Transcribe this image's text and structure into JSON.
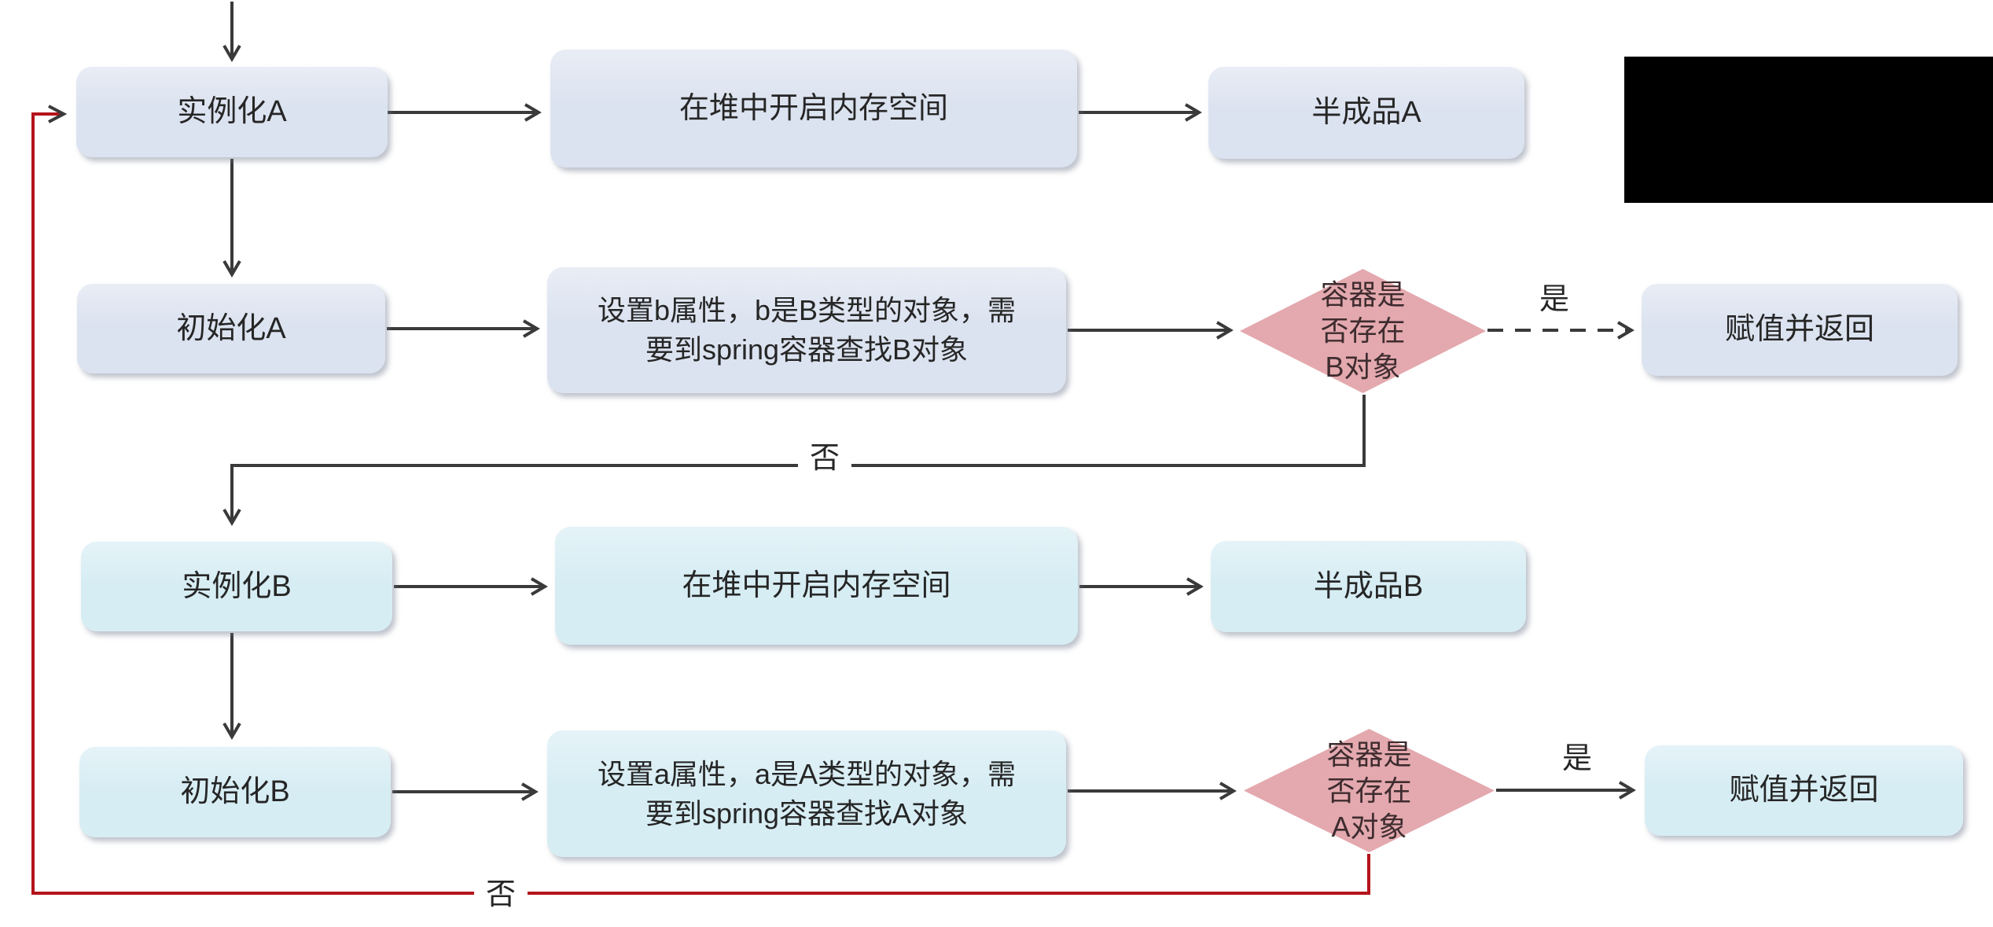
{
  "diagram": {
    "title": "spring-bean-circular-dependency-flowchart",
    "colors": {
      "node_a_fill": "#dce3f0",
      "node_b_fill": "#d7edf4",
      "diamond_fill": "#e3a9ae",
      "arrow": "#3a3a3a",
      "red_arrow": "#b4141b",
      "text": "#262626",
      "diamond_text": "#3e2c2f",
      "redacted": "#000000",
      "bg": "#ffffff"
    },
    "nodes": {
      "instantiate_a": {
        "label": "实例化A"
      },
      "heap_a": {
        "label": "在堆中开启内存空间"
      },
      "semi_a": {
        "label": "半成品A"
      },
      "init_a": {
        "label": "初始化A"
      },
      "set_b": {
        "label": "设置b属性，b是B类型的对象，需\n要到spring容器查找B对象"
      },
      "diamond_b": {
        "label": "容器是\n否存在\nB对象"
      },
      "assign_b": {
        "label": "赋值并返回"
      },
      "instantiate_b": {
        "label": "实例化B"
      },
      "heap_b": {
        "label": "在堆中开启内存空间"
      },
      "semi_b": {
        "label": "半成品B"
      },
      "init_b": {
        "label": "初始化B"
      },
      "set_a": {
        "label": "设置a属性，a是A类型的对象，需\n要到spring容器查找A对象"
      },
      "diamond_a": {
        "label": "容器是\n否存在\nA对象"
      },
      "assign_a": {
        "label": "赋值并返回"
      }
    },
    "edge_labels": {
      "yes_b": "是",
      "no_b": "否",
      "yes_a": "是",
      "no_a": "否"
    }
  }
}
